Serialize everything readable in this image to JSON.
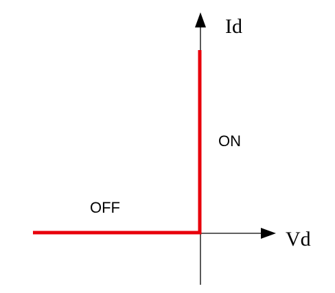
{
  "diagram": {
    "axes": {
      "y_label": "Id",
      "x_label": "Vd"
    },
    "regions": {
      "on_label": "ON",
      "off_label": "OFF"
    },
    "colors": {
      "axis": "#000000",
      "characteristic": "#e8000b"
    }
  }
}
